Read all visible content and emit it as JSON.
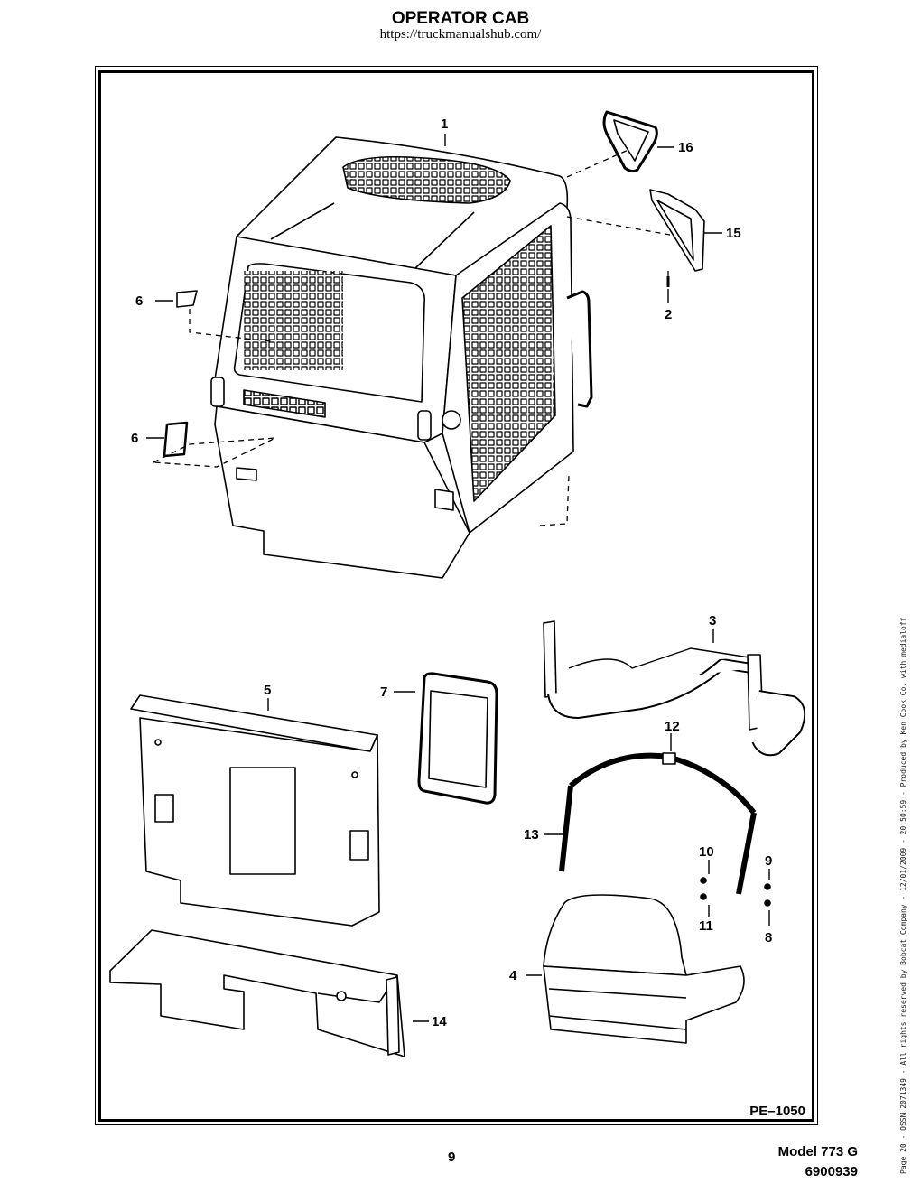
{
  "header": {
    "title": "OPERATOR CAB",
    "url": "https://truckmanualshub.com/"
  },
  "figure": {
    "code": "PE–1050",
    "callouts": [
      {
        "label": "1"
      },
      {
        "label": "16"
      },
      {
        "label": "15"
      },
      {
        "label": "2"
      },
      {
        "label": "6"
      },
      {
        "label": "6"
      },
      {
        "label": "3"
      },
      {
        "label": "5"
      },
      {
        "label": "7"
      },
      {
        "label": "12"
      },
      {
        "label": "13"
      },
      {
        "label": "10"
      },
      {
        "label": "9"
      },
      {
        "label": "11"
      },
      {
        "label": "8"
      },
      {
        "label": "4"
      },
      {
        "label": "14"
      }
    ]
  },
  "footer": {
    "page_number": "9",
    "model": "Model 773 G",
    "part_number": "6900939"
  },
  "side_note": "Page 20 - OSSN 2071349 - All rights reserved by Bobcat Company - 12/01/2009 - 20:50:59 - Produced by Ken Cook Co. with medialoff"
}
